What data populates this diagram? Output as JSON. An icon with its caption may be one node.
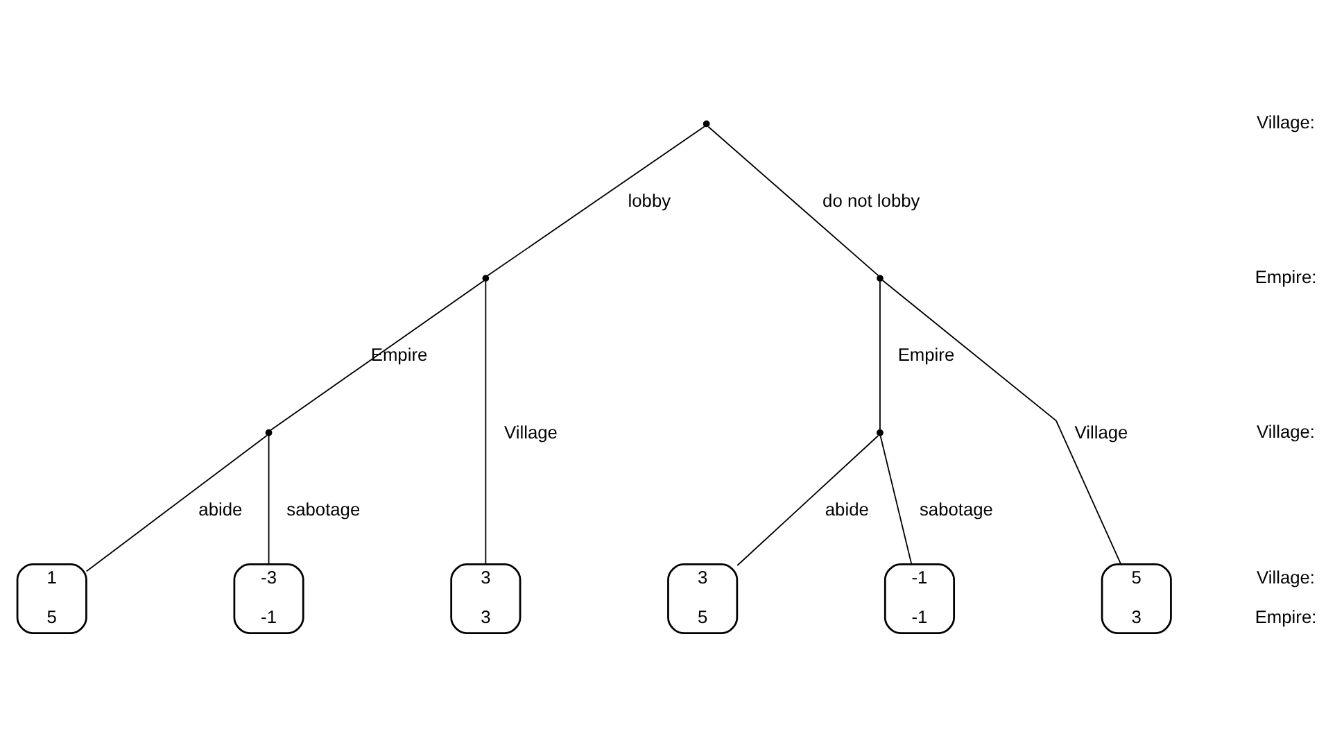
{
  "diagram": {
    "nodes": [
      {
        "text": [],
        "shape": "point"
      },
      {
        "text": [],
        "shape": "point"
      },
      {
        "text": [],
        "shape": "point"
      },
      {
        "text": [],
        "shape": "point"
      },
      {
        "text": [],
        "shape": "point"
      },
      {
        "text": [
          "1",
          "5"
        ]
      },
      {
        "text": [
          "-3",
          "-1"
        ]
      },
      {
        "text": [
          "3",
          "3"
        ]
      },
      {
        "text": [
          "3",
          "5"
        ]
      },
      {
        "text": [
          "-1",
          "-1"
        ]
      },
      {
        "text": [
          "5",
          "3"
        ]
      }
    ],
    "edges": [
      {
        "from": 0,
        "to": 1,
        "arrow": "none",
        "label": "lobby"
      },
      {
        "from": 0,
        "to": 2,
        "arrow": "none",
        "label": "do not lobby"
      },
      {
        "from": 1,
        "to": 3,
        "arrow": "none",
        "label": "Empire"
      },
      {
        "from": 1,
        "to": 7,
        "arrow": "none",
        "label": "Village"
      },
      {
        "from": 3,
        "to": 5,
        "arrow": "none",
        "label": "abide"
      },
      {
        "from": 3,
        "to": 6,
        "arrow": "none",
        "label": "sabotage"
      },
      {
        "from": 2,
        "to": 4,
        "arrow": "none",
        "label": "Empire"
      },
      {
        "from": 2,
        "to": 10,
        "arrow": "none",
        "label": "Village"
      },
      {
        "from": 4,
        "to": 8,
        "arrow": "none",
        "label": "abide"
      },
      {
        "from": 4,
        "to": 9,
        "arrow": "none",
        "label": "sabotage"
      }
    ],
    "labels": [
      "Village:",
      "Empire:",
      "Village:",
      "Village:",
      "Empire:"
    ]
  }
}
